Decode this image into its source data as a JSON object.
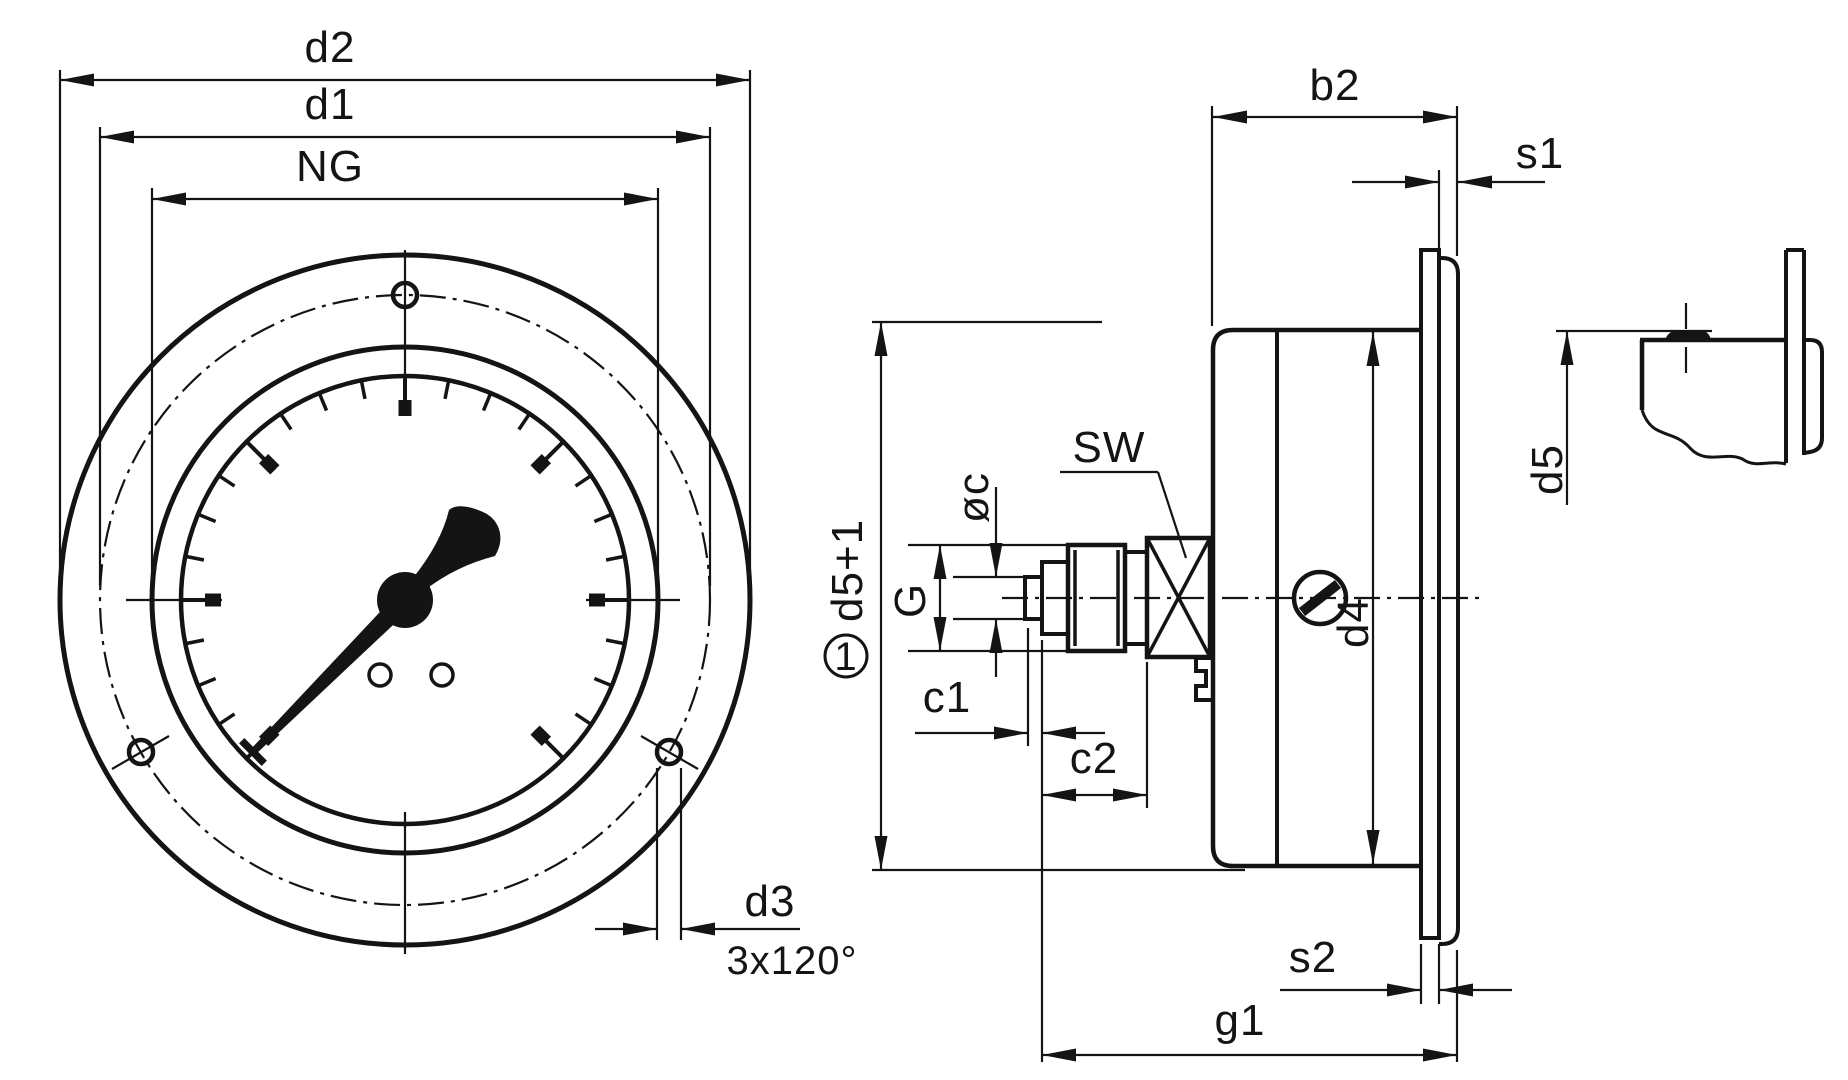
{
  "page": {
    "background": "#ffffff",
    "ink": "#141414",
    "subject": "dimension drawing of a panel-mount pressure gauge with front flange"
  },
  "front_view": {
    "dim_flange_diameter": "d2",
    "dim_bolt_circle": "d1",
    "dim_nominal_size": "NG",
    "dim_hole_diameter": "d3",
    "hole_pattern_note": "3x120°"
  },
  "side_view": {
    "dim_case_depth": "b2",
    "dim_ring_thickness": "s1",
    "dim_case_diameter": "d4",
    "dim_panel_cutout": "d5+1",
    "cutout_note_number": "1",
    "wrench_size": "SW",
    "thread_label": "G",
    "dim_tip_diameter": "øc",
    "dim_c1": "c1",
    "dim_c2": "c2",
    "dim_panel_thickness": "s2",
    "dim_total_length": "g1"
  },
  "detail_view": {
    "dim_cutout_diameter": "d5"
  }
}
